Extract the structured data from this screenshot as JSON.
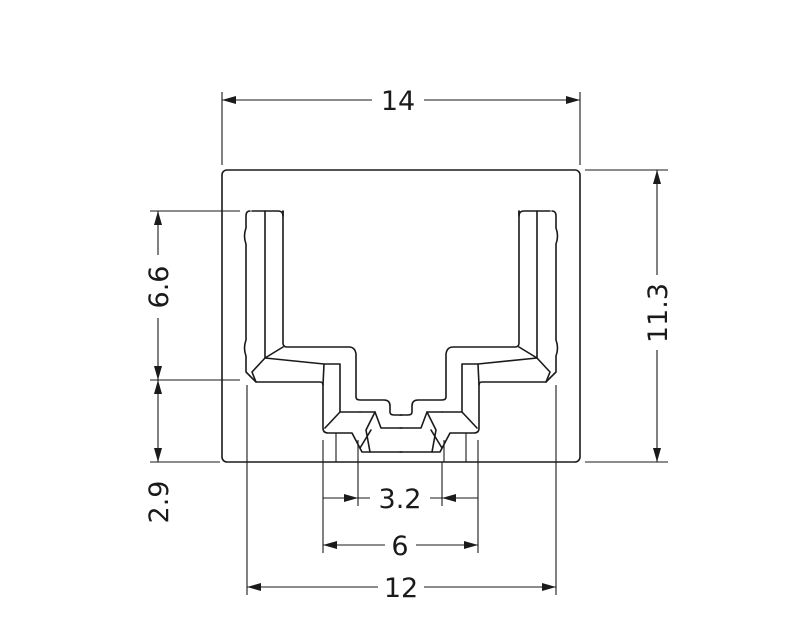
{
  "drawing": {
    "units": "mm",
    "dimensions": {
      "overall_width": "14",
      "overall_height": "11.3",
      "wall_height": "6.6",
      "base_height": "2.9",
      "slot_width": "3.2",
      "step_width": "6",
      "profile_width": "12"
    }
  }
}
